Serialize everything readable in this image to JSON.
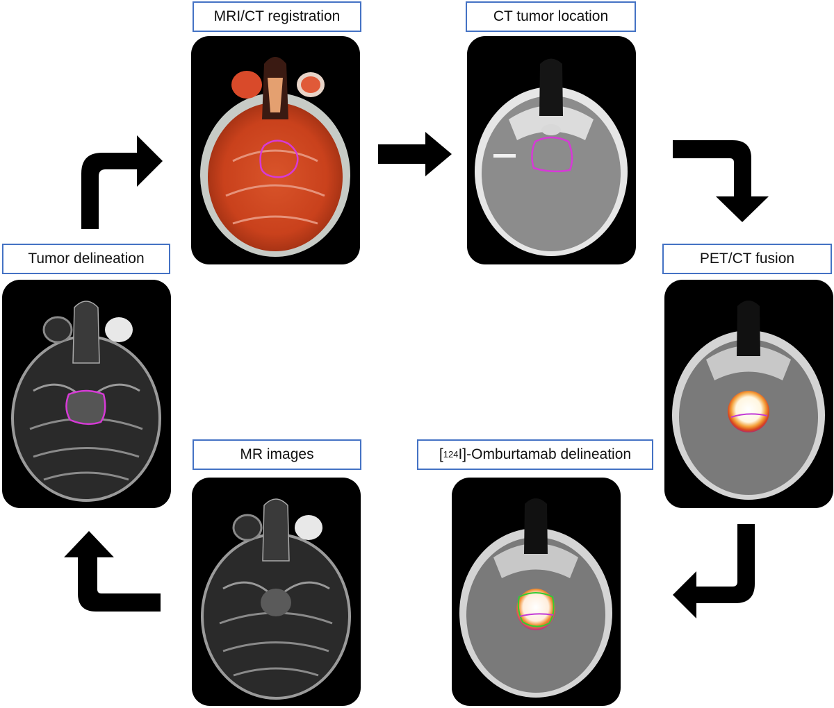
{
  "labels": {
    "mri_ct": "MRI/CT registration",
    "ct_tumor": "CT tumor location",
    "pet_ct": "PET/CT fusion",
    "omb_pre": "[",
    "omb_sup": "124",
    "omb_post": "I]-Omburtamab delineation",
    "mr_images": "MR images",
    "tumor_delineation": "Tumor delineation"
  },
  "colors": {
    "label_border": "#4472c4",
    "arrow": "#000000",
    "contour_magenta": "#d63ad6",
    "contour_green": "#33cc33",
    "fusion_orange": "#d9481c"
  },
  "icons": [
    "arrow-up-right-icon",
    "arrow-right-icon",
    "arrow-right-down-icon",
    "arrow-down-left-icon",
    "arrow-left-up-icon"
  ]
}
